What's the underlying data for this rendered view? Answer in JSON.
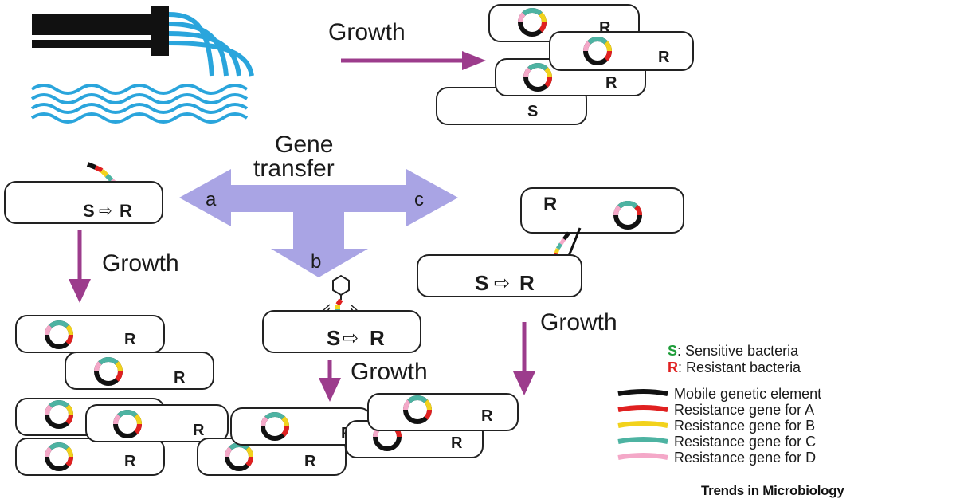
{
  "labels": {
    "growth": "Growth",
    "gene_transfer_line1": "Gene",
    "gene_transfer_line2": "transfer",
    "route_a": "a",
    "route_b": "b",
    "route_c": "c",
    "sensitive_letter": "S",
    "resistant_letter": "R"
  },
  "legend": {
    "sensitive": {
      "letter": "S",
      "text": ": Sensitive bacteria"
    },
    "resistant": {
      "letter": "R",
      "text": ": Resistant bacteria"
    },
    "items": [
      {
        "label": "Mobile genetic element",
        "color": "#111111"
      },
      {
        "label": "Resistance gene for A",
        "color": "#e02020"
      },
      {
        "label": "Resistance gene for B",
        "color": "#f2d21c"
      },
      {
        "label": "Resistance gene for C",
        "color": "#4db3a2"
      },
      {
        "label": "Resistance gene for D",
        "color": "#f4a8c8"
      }
    ]
  },
  "credit": "Trends in Microbiology",
  "colors": {
    "sensitive": "#1f9d3a",
    "resistant": "#e02020",
    "arrow": "#9c3c8c",
    "transfer_arrow": "#a9a4e4",
    "water": "#2aa5dc",
    "pipe": "#111111"
  }
}
